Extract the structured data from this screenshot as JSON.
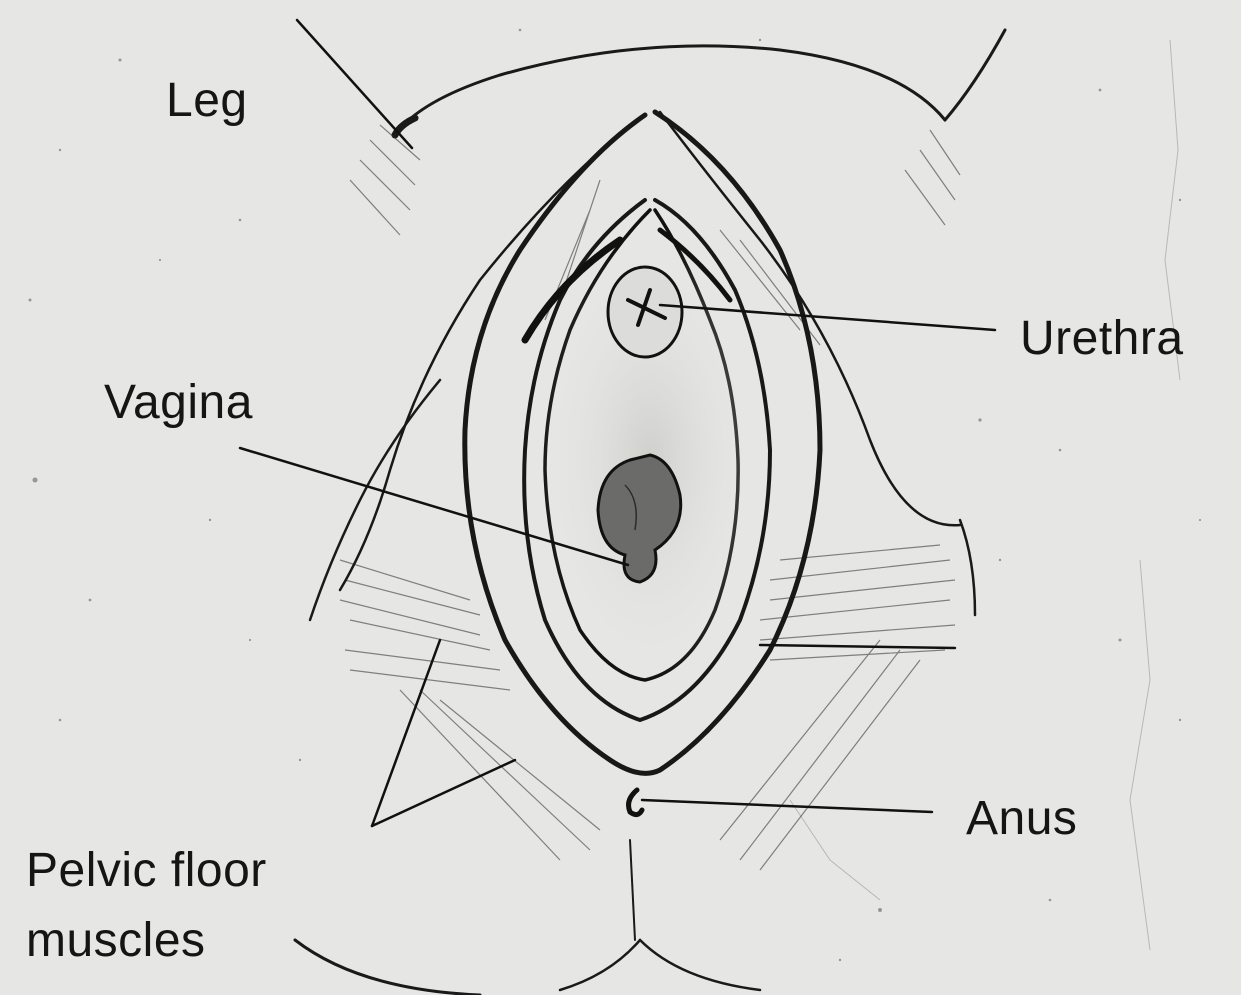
{
  "labels": {
    "leg": "Leg",
    "urethra": "Urethra",
    "vagina": "Vagina",
    "anus": "Anus",
    "pelvic_floor_line1": "Pelvic floor",
    "pelvic_floor_line2": "muscles"
  },
  "colors": {
    "background": "#e6e6e4",
    "ink": "#151515"
  }
}
